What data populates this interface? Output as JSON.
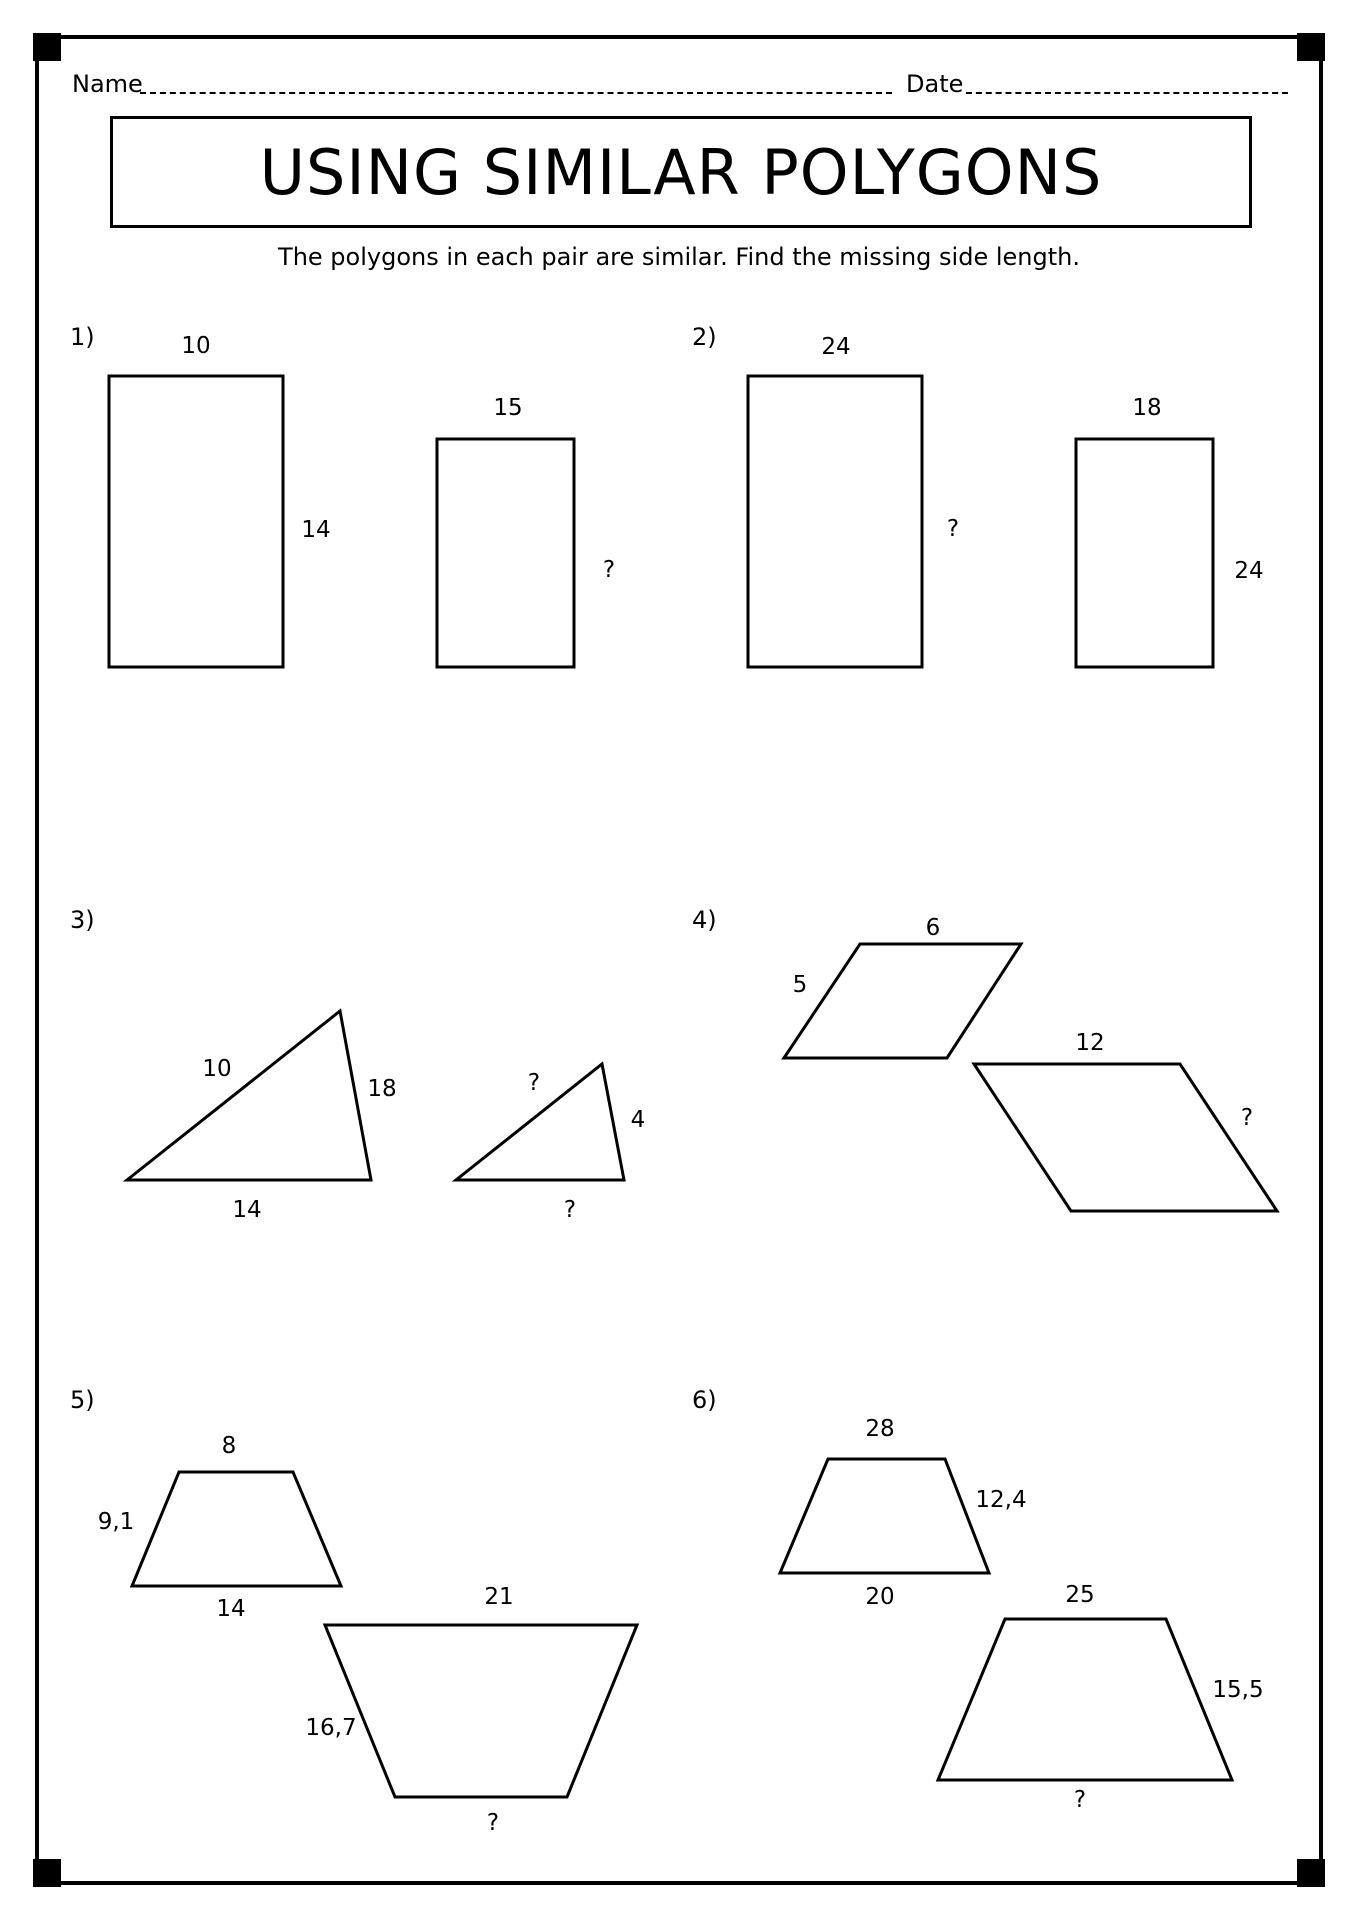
{
  "header": {
    "name_label": "Name",
    "date_label": "Date",
    "title": "USING SIMILAR POLYGONS",
    "instructions": "The polygons in each pair are similar. Find the missing side length."
  },
  "problems": [
    {
      "number": "1)",
      "labels": [
        "10",
        "14",
        "15",
        "?"
      ]
    },
    {
      "number": "2)",
      "labels": [
        "24",
        "?",
        "18",
        "24"
      ]
    },
    {
      "number": "3)",
      "labels": [
        "10",
        "18",
        "14",
        "?",
        "4",
        "?"
      ]
    },
    {
      "number": "4)",
      "labels": [
        "6",
        "5",
        "12",
        "?"
      ]
    },
    {
      "number": "5)",
      "labels": [
        "8",
        "9,1",
        "14",
        "21",
        "16,7",
        "?"
      ]
    },
    {
      "number": "6)",
      "labels": [
        "28",
        "12,4",
        "20",
        "25",
        "15,5",
        "?"
      ]
    }
  ]
}
